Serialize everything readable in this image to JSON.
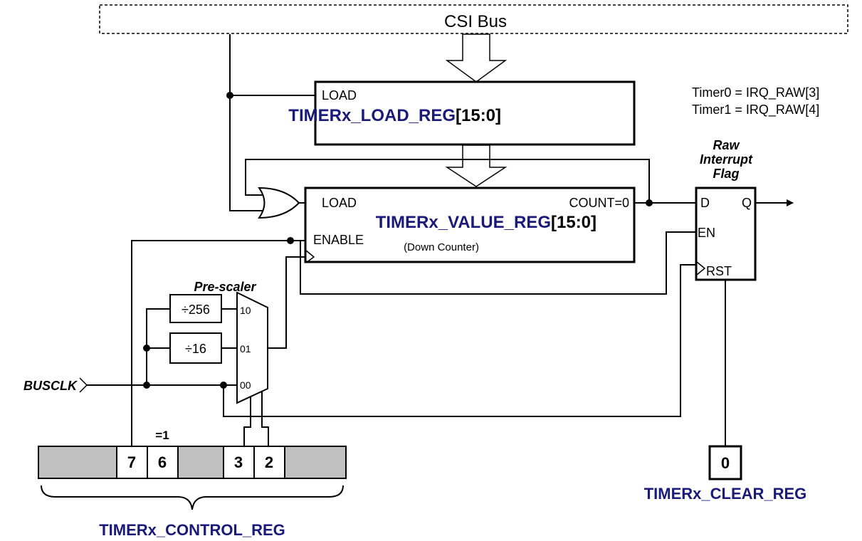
{
  "bus": {
    "label": "CSI Bus"
  },
  "load_reg": {
    "load_pin": "LOAD",
    "name": "TIMERx_LOAD_REG",
    "bits": "[15:0]"
  },
  "irq": {
    "line0": "Timer0 = IRQ_RAW[3]",
    "line1": "Timer1 = IRQ_RAW[4]"
  },
  "value_reg": {
    "load_pin": "LOAD",
    "count_pin": "COUNT=0",
    "enable_pin": "ENABLE",
    "name": "TIMERx_VALUE_REG",
    "bits": "[15:0]",
    "sub": "(Down Counter)"
  },
  "flag": {
    "title_lines": [
      "Raw",
      "Interrupt",
      "Flag"
    ],
    "d": "D",
    "q": "Q",
    "en": "EN",
    "rst": "RST"
  },
  "prescaler": {
    "title": "Pre-scaler",
    "div256": "÷256",
    "div16": "÷16",
    "in10": "10",
    "in01": "01",
    "in00": "00"
  },
  "clock": {
    "label": "BUSCLK"
  },
  "control": {
    "name": "TIMERx_CONTROL_REG",
    "bits": [
      "7",
      "6",
      "3",
      "2"
    ],
    "bit6_note": "=1"
  },
  "clear": {
    "name": "TIMERx_CLEAR_REG",
    "bit": "0"
  }
}
